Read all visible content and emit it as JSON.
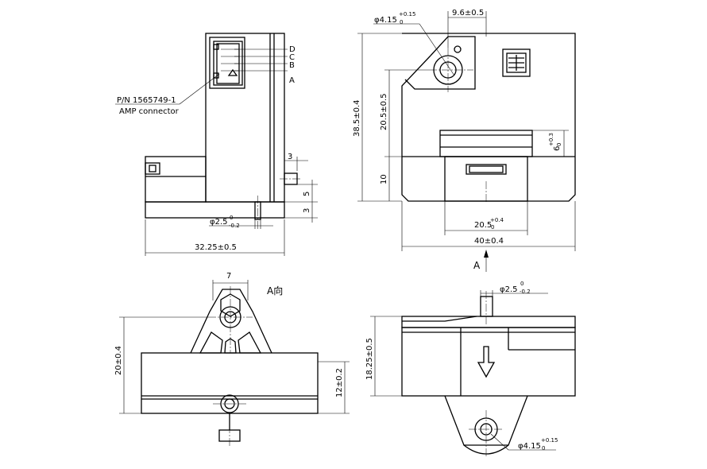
{
  "part": {
    "pn": "P/N 1565749-1",
    "connector": "AMP connector"
  },
  "pins": [
    "D",
    "C",
    "B",
    "A"
  ],
  "dims": {
    "hole_top": "φ4.15",
    "hole_tol_up": "+0.15",
    "hole_tol_lo": "0",
    "pitch": "9.6±0.5",
    "height_total": "38.5±0.4",
    "height_hole": "20.5±0.5",
    "height_base": "10",
    "slot_h": "6",
    "slot_h_up": "+0.3",
    "slot_h_lo": "0",
    "slot_w": "20.5",
    "slot_w_up": "+0.4",
    "slot_w_lo": "0",
    "width_total": "40±0.4",
    "side_depth": "32.25±0.5",
    "pin_d": "φ2.5",
    "pin_up": "0",
    "pin_lo": "-0.2",
    "s3a": "3",
    "s5": "5",
    "s3b": "3",
    "hex_w": "7",
    "h20": "20±0.4",
    "h12": "12±0.2",
    "h1825": "18.25±0.5",
    "hole_bottom": "φ4.15"
  },
  "view_arrow": "A",
  "view_label": "A向"
}
